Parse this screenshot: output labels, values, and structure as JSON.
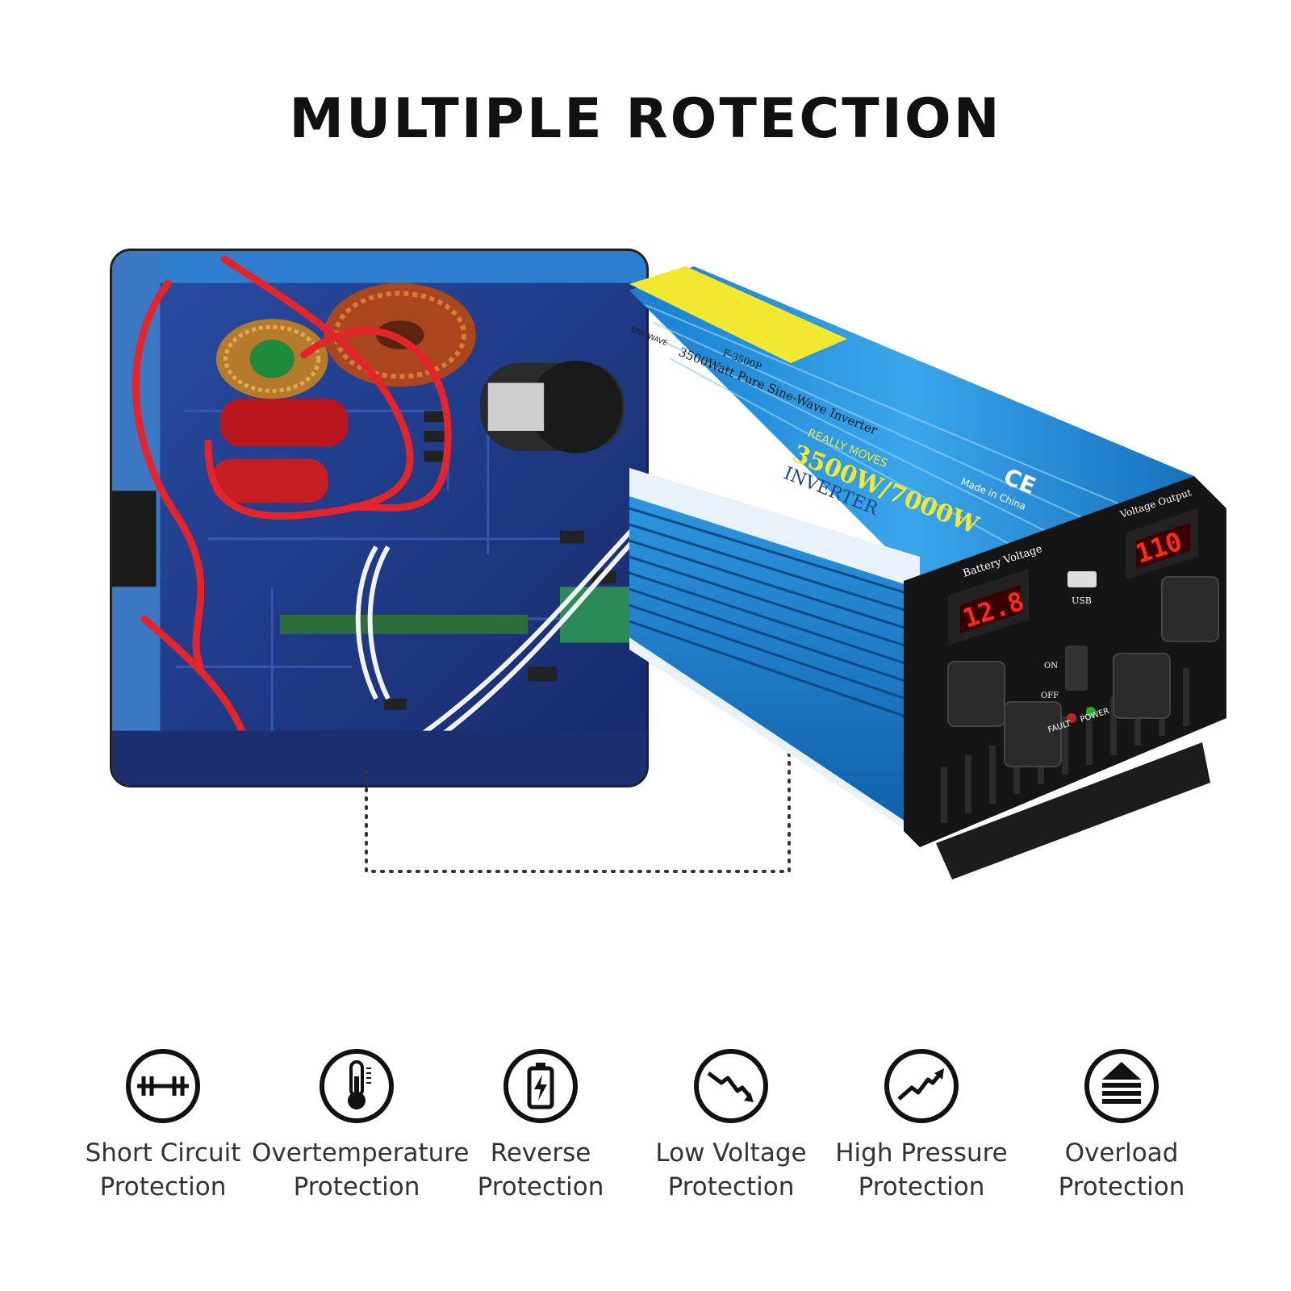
{
  "headline": "MULTIPLE ROTECTION",
  "inverter": {
    "brand_line": "REALLY MOVES",
    "power_rating": "3500W/7000W",
    "type_label": "INVERTER",
    "model": "F-3500P",
    "sub_label": "3500Watt Pure Sine-Wave Inverter",
    "wave_tag": "SINE WAVE",
    "cert_mark": "CE",
    "origin": "Made in China",
    "battery_label": "Battery Voltage",
    "battery_reading": "12.8",
    "output_label": "Voltage Output",
    "output_reading": "110",
    "usb_label": "USB",
    "on_label": "ON",
    "off_label": "OFF",
    "fault_label": "FAULT",
    "power_label": "POWER"
  },
  "colors": {
    "casing_blue": "#1f8fd8",
    "panel_black": "#151515",
    "display_red": "#ff2a1a",
    "label_yellow": "#f2e830",
    "board_blue": "#1f3c86"
  },
  "features": [
    {
      "icon": "short-circuit-icon",
      "line1": "Short Circuit",
      "line2": "Protection"
    },
    {
      "icon": "thermometer-icon",
      "line1": "Overtemperature",
      "line2": "Protection"
    },
    {
      "icon": "battery-icon",
      "line1": "Reverse",
      "line2": "Protection"
    },
    {
      "icon": "trend-down-icon",
      "line1": "Low Voltage",
      "line2": "Protection"
    },
    {
      "icon": "trend-up-icon",
      "line1": "High Pressure",
      "line2": "Protection"
    },
    {
      "icon": "overload-icon",
      "line1": "Overload",
      "line2": "Protection"
    }
  ]
}
